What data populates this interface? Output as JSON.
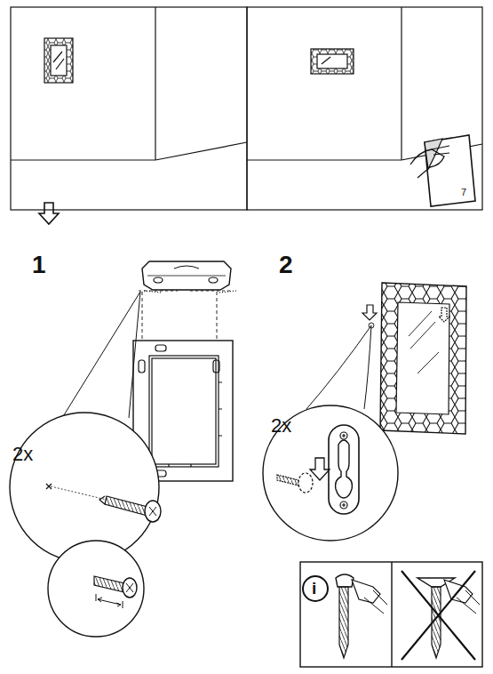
{
  "diagram": {
    "labels": [
      "7",
      "1",
      "2",
      "2x",
      "2x",
      "i"
    ]
  }
}
